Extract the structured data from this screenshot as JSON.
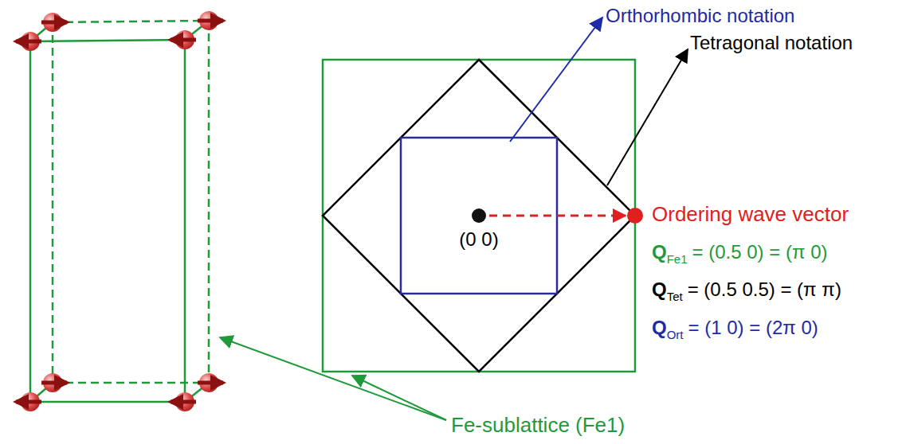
{
  "diagram": {
    "labels": [
      "Orthorhombic notation",
      "Tetragonal notation",
      "(0 0)",
      "Ordering wave vector",
      "Q",
      "Fe1",
      "= (0.5 0) = (π 0)",
      "Q",
      "Tet",
      "= (0.5 0.5) = (π π)",
      "Q",
      "Ort",
      "= (1 0) = (2π 0)",
      "Fe-sublattice (Fe1)"
    ]
  }
}
